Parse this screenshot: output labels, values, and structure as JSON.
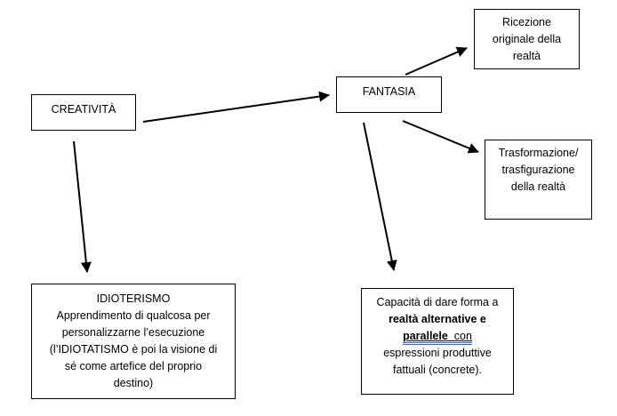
{
  "page": {
    "background_color": "#ffffff"
  },
  "diagram": {
    "type": "concept-map",
    "stroke_color": "#000000",
    "box_border_color": "#000000",
    "box_fill_color": "#ffffff",
    "text_color": "#000000",
    "grammar_underline_color": "#3366cc",
    "nodes": {
      "creativita": {
        "label": "CREATIVITÀ"
      },
      "fantasia": {
        "label": "FANTASIA"
      },
      "ricezione": {
        "lines": [
          "Ricezione",
          "originale della",
          "realtà"
        ]
      },
      "trasformazione": {
        "lines": [
          "Trasformazione/",
          "trasfigurazione",
          "della realtà"
        ]
      },
      "idioterismo": {
        "lines": [
          "IDIOTERISMO",
          "Apprendimento di qualcosa per",
          "personalizzarne l’esecuzione",
          "(l’IDIOTATISMO è poi la visione di",
          "sé come artefice del proprio",
          "destino)"
        ]
      },
      "capacita": {
        "line1": "Capacità di dare forma a",
        "line2_bold": "realtà alternative e",
        "line3_bold_underlined": "parallele",
        "line3_underlined": "  con",
        "line4": "espressioni produttive",
        "line5": "fattuali (concrete)."
      }
    },
    "edges": [
      {
        "from": "creativita",
        "to": "fantasia"
      },
      {
        "from": "creativita",
        "to": "idioterismo"
      },
      {
        "from": "fantasia",
        "to": "ricezione"
      },
      {
        "from": "fantasia",
        "to": "trasformazione"
      },
      {
        "from": "fantasia",
        "to": "capacita"
      }
    ]
  }
}
